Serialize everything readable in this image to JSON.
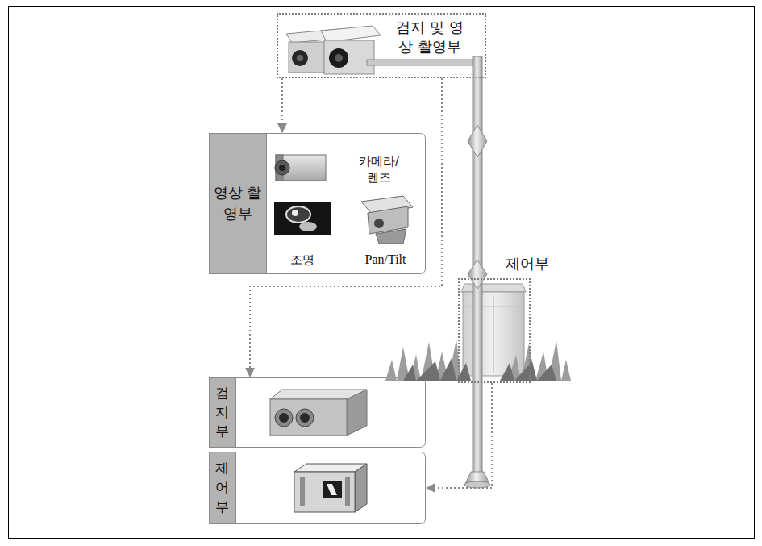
{
  "diagram": {
    "nodes": [
      {
        "text": [
          "검지 및 영상 촬영부"
        ]
      },
      {
        "text": [
          "영상 촬영부"
        ]
      },
      {
        "text": [
          "제어부"
        ]
      },
      {
        "text": [
          "검지부"
        ]
      },
      {
        "text": [
          "제어부"
        ]
      }
    ],
    "edges": [
      {
        "from": 0,
        "to": 1,
        "arrow": "to"
      },
      {
        "from": 0,
        "to": 3,
        "arrow": "to"
      },
      {
        "from": 2,
        "to": 4,
        "arrow": "to"
      }
    ],
    "labels": [
      "카메라/ 렌즈",
      "조명",
      "Pan/Tilt"
    ]
  }
}
